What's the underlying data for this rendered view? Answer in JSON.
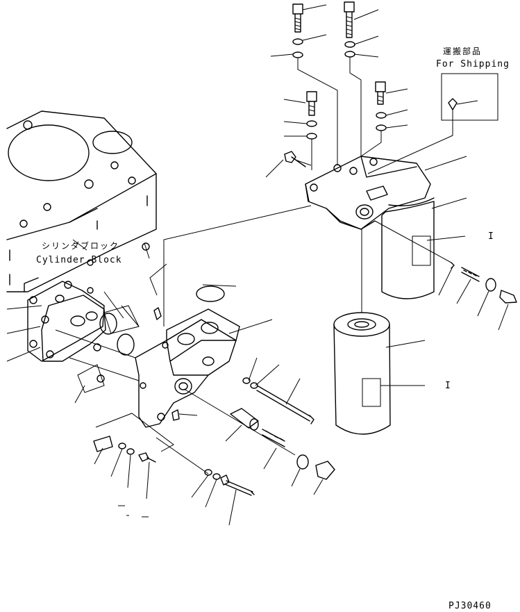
{
  "labels": {
    "cylinder_block_jp": "シリンダブロック",
    "cylinder_block_en": "Cylinder Block",
    "shipping_jp": "運搬部品",
    "shipping_en": "For Shipping",
    "drawing_number": "PJ30460",
    "filter_mark_top": "I",
    "filter_mark_bottom": "I"
  }
}
